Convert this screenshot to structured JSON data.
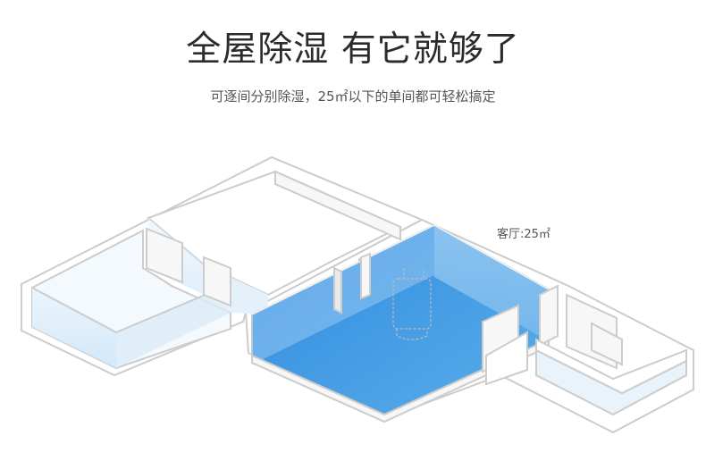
{
  "title": "全屋除湿 有它就够了",
  "subtitle": "可逐间分别除湿，25㎡以下的单间都可轻松搞定",
  "room_label": "客厅:25㎡",
  "colors": {
    "wall": "#cccccc",
    "wall_top": "#f7f7f7",
    "room_tint": "#dfeefa",
    "living_room_blue": "#4c9fe3",
    "living_room_light": "#9ccbf3",
    "text_dark": "#2b2b2b",
    "text_gray": "#555555"
  },
  "icons": {
    "dehumidifier": "dehumidifier-outline-icon"
  }
}
